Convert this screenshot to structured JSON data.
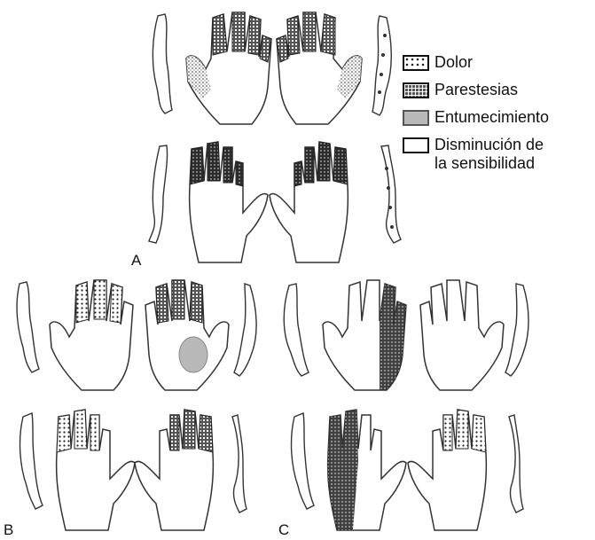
{
  "panels": {
    "a": "A",
    "b": "B",
    "c": "C"
  },
  "legend": [
    {
      "label": "Dolor",
      "pattern": "dots"
    },
    {
      "label": "Parestesias",
      "pattern": "grid"
    },
    {
      "label": "Entumecimiento",
      "pattern": "solid-gray"
    },
    {
      "label": "Disminución de la sensibilidad",
      "line1": "Disminución de",
      "line2": "la sensibilidad",
      "pattern": "empty"
    }
  ],
  "colors": {
    "ink": "#2a2a2a",
    "numbness": "#b9b9b9",
    "dark": "#1e1e1e",
    "background": "#ffffff"
  }
}
